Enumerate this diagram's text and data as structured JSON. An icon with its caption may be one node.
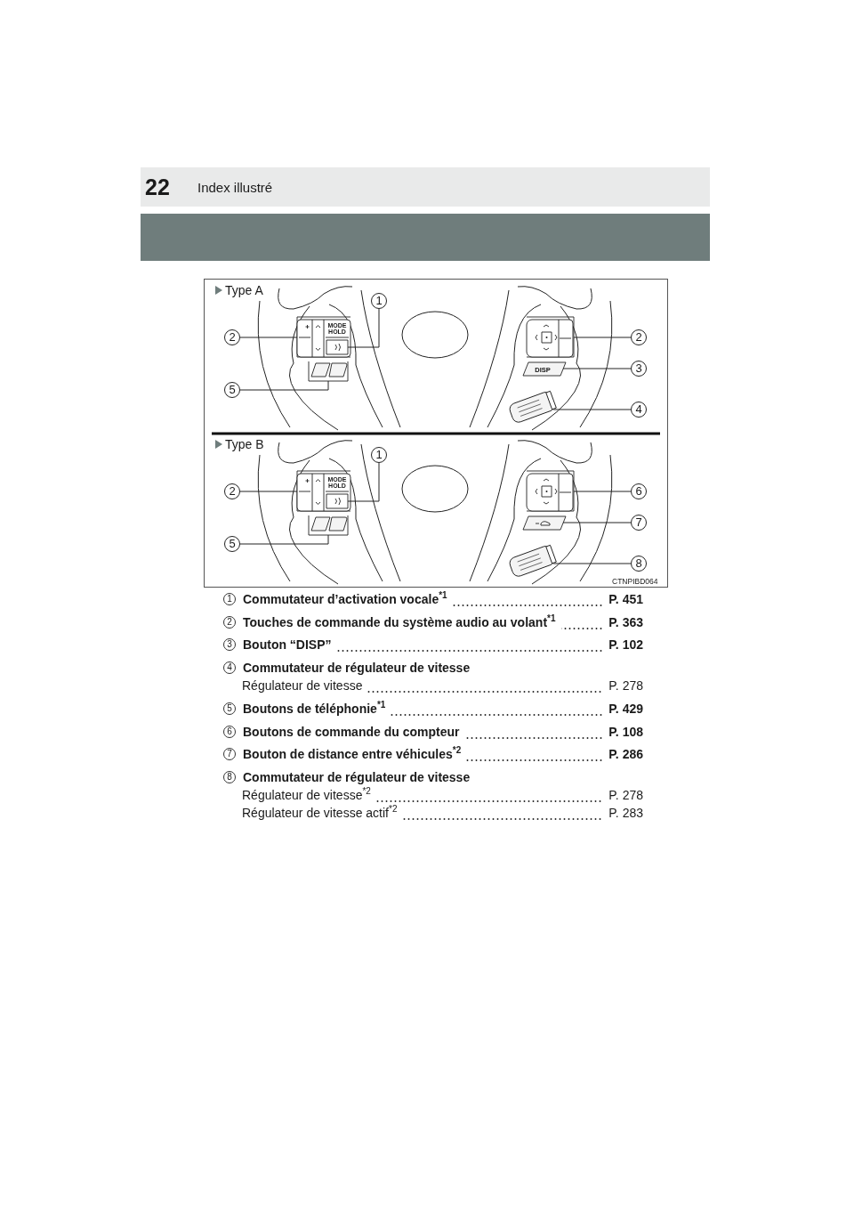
{
  "diagram": {
    "nodes": [
      {
        "text": [
          "1"
        ]
      },
      {
        "text": [],
        "shape": "box"
      },
      {
        "text": [],
        "shape": "box",
        "in": 1
      },
      {
        "text": [
          "2"
        ]
      },
      {
        "text": [
          "2"
        ]
      },
      {
        "text": [],
        "shape": "box"
      },
      {
        "text": [
          "3"
        ]
      },
      {
        "text": [
          "DISP"
        ]
      },
      {
        "text": [
          "5"
        ]
      },
      {
        "text": [],
        "shape": "box"
      },
      {
        "text": [
          "4"
        ]
      },
      {
        "text": [],
        "shape": "box"
      },
      {
        "text": [
          "1"
        ]
      },
      {
        "text": [],
        "shape": "box"
      },
      {
        "text": [],
        "shape": "box",
        "in": 13
      },
      {
        "text": [
          "2"
        ]
      },
      {
        "text": [
          "6"
        ]
      },
      {
        "text": [],
        "shape": "box"
      },
      {
        "text": [
          "7"
        ]
      },
      {
        "text": [],
        "shape": "box"
      },
      {
        "text": [
          "5"
        ]
      },
      {
        "text": [],
        "shape": "box"
      },
      {
        "text": [
          "8"
        ]
      },
      {
        "text": [],
        "shape": "box"
      }
    ],
    "edges": [
      {
        "from": 0,
        "to": 2,
        "arrow": "none"
      },
      {
        "from": 3,
        "to": 1,
        "arrow": "none"
      },
      {
        "from": 4,
        "to": 5,
        "arrow": "none"
      },
      {
        "from": 6,
        "to": 7,
        "arrow": "none"
      },
      {
        "from": 8,
        "to": 9,
        "arrow": "none"
      },
      {
        "from": 10,
        "to": 11,
        "arrow": "none"
      },
      {
        "from": 12,
        "to": 14,
        "arrow": "none"
      },
      {
        "from": 15,
        "to": 13,
        "arrow": "none"
      },
      {
        "from": 16,
        "to": 17,
        "arrow": "none"
      },
      {
        "from": 18,
        "to": 19,
        "arrow": "none"
      },
      {
        "from": 20,
        "to": 21,
        "arrow": "none"
      },
      {
        "from": 22,
        "to": 23,
        "arrow": "none"
      }
    ],
    "labels": [
      "22",
      "Index illustré",
      "Type A",
      "MODE HOLD",
      "Type B",
      "MODE HOLD",
      "CTNPIBD064",
      "1",
      "Commutateur d’activation vocale$^{*1}$",
      "P. 451",
      "2",
      "Touches de commande du système audio au volant$^{*1}$",
      "P. 363",
      "3",
      "Bouton “DISP”",
      "P. 102",
      "4",
      "Commutateur de régulateur de vitesse",
      "Régulateur de vitesse",
      "P. 278",
      "5",
      "Boutons de téléphonie$^{*1}$",
      "P. 429",
      "6",
      "Boutons de commande du compteur",
      "P. 108",
      "7",
      "Bouton de distance entre véhicules$^{*2}$",
      "P. 286",
      "8",
      "Commutateur de régulateur de vitesse",
      "Régulateur de vitesse$^{*2}$",
      "P. 278",
      "Régulateur de vitesse actif$^{*2}$",
      "P. 283"
    ]
  }
}
